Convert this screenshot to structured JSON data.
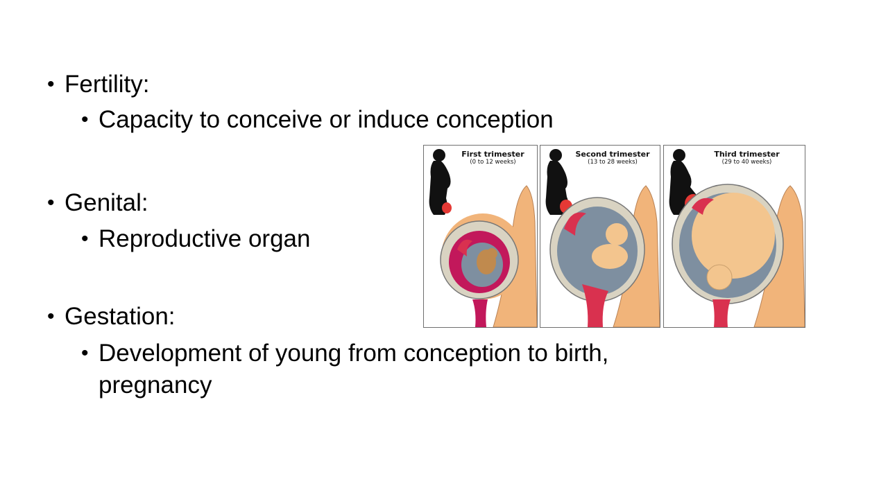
{
  "slide": {
    "bullets": [
      {
        "term": "Fertility:",
        "definition": "Capacity to conceive or induce conception"
      },
      {
        "term": "Genital:",
        "definition": "Reproductive organ"
      },
      {
        "term": "Gestation:",
        "definition": "Development of young from conception to birth,",
        "definition_cont": "pregnancy"
      }
    ],
    "bullet_glyph": "•"
  },
  "figure": {
    "panels": [
      {
        "title": "First trimester",
        "subtitle": "(0 to 12 weeks)"
      },
      {
        "title": "Second trimester",
        "subtitle": "(13 to 28 weeks)"
      },
      {
        "title": "Third trimester",
        "subtitle": "(29 to 40 weeks)"
      }
    ],
    "colors": {
      "silhouette": "#111111",
      "belly_highlight": "#e53935",
      "skin": "#f1b47a",
      "uterus_wall": "#d9d3c2",
      "fluid_early": "#c2185b",
      "fluid_late": "#7e8fa0",
      "fetus": "#f3c58e",
      "placenta": "#d9314f"
    }
  }
}
